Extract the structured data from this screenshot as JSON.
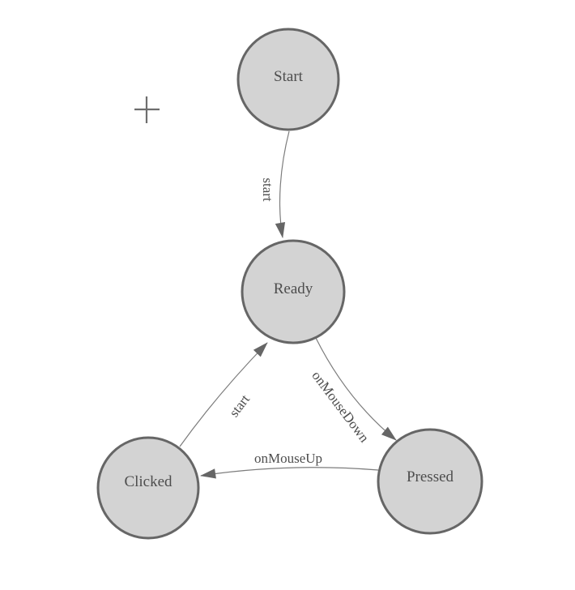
{
  "diagram": {
    "type": "state-diagram",
    "background_color": "#ffffff",
    "node_fill_color": "#d3d3d3",
    "node_stroke_color": "#666666",
    "edge_line_color": "#7c7c7c",
    "arrowhead_color": "#666666",
    "label_text_color": "#4d4d4d",
    "cursor": {
      "glyph": "+",
      "color": "#6e6e6e"
    },
    "nodes": [
      {
        "id": "start",
        "label": "Start"
      },
      {
        "id": "ready",
        "label": "Ready"
      },
      {
        "id": "clicked",
        "label": "Clicked"
      },
      {
        "id": "pressed",
        "label": "Pressed"
      }
    ],
    "edges": [
      {
        "from": "Start",
        "to": "Ready",
        "label": "start"
      },
      {
        "from": "Clicked",
        "to": "Ready",
        "label": "start"
      },
      {
        "from": "Ready",
        "to": "Pressed",
        "label": "onMouseDown"
      },
      {
        "from": "Pressed",
        "to": "Clicked",
        "label": "onMouseUp"
      }
    ]
  }
}
